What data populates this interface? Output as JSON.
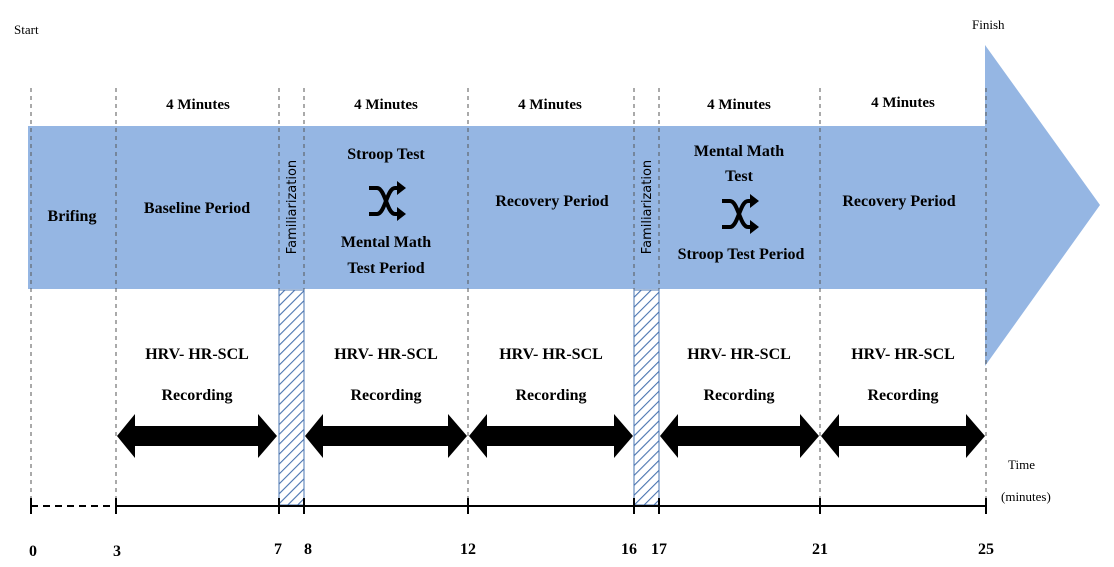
{
  "labels": {
    "start": "Start",
    "finish": "Finish",
    "time": "Time",
    "time_unit": "(minutes)"
  },
  "durations": [
    "4 Minutes",
    "4 Minutes",
    "4 Minutes",
    "4 Minutes",
    "4 Minutes"
  ],
  "phases": {
    "briefing": "Brifing",
    "baseline": "Baseline Period",
    "familiarization_1": "Familiarization",
    "stress_1": {
      "line1": "Stroop Test",
      "line2": "Mental Math",
      "line3": "Test Period"
    },
    "recovery_1": "Recovery Period",
    "familiarization_2": "Familiarization",
    "stress_2": {
      "line1": "Mental Math",
      "line2": "Test",
      "line3": "Stroop Test Period"
    },
    "recovery_2": "Recovery Period"
  },
  "recordings": [
    {
      "line1": "HRV- HR-SCL",
      "line2": "Recording"
    },
    {
      "line1": "HRV- HR-SCL",
      "line2": "Recording"
    },
    {
      "line1": "HRV- HR-SCL",
      "line2": "Recording"
    },
    {
      "line1": "HRV- HR-SCL",
      "line2": "Recording"
    },
    {
      "line1": "HRV- HR-SCL",
      "line2": "Recording"
    }
  ],
  "ticks": [
    "0",
    "3",
    "7",
    "8",
    "12",
    "16",
    "17",
    "21",
    "25"
  ],
  "colors": {
    "band": "#95b6e3",
    "arrow": "#000000",
    "text": "#000000",
    "hatch": "#4a74b0"
  },
  "icons": {
    "shuffle": "shuffle-icon"
  }
}
